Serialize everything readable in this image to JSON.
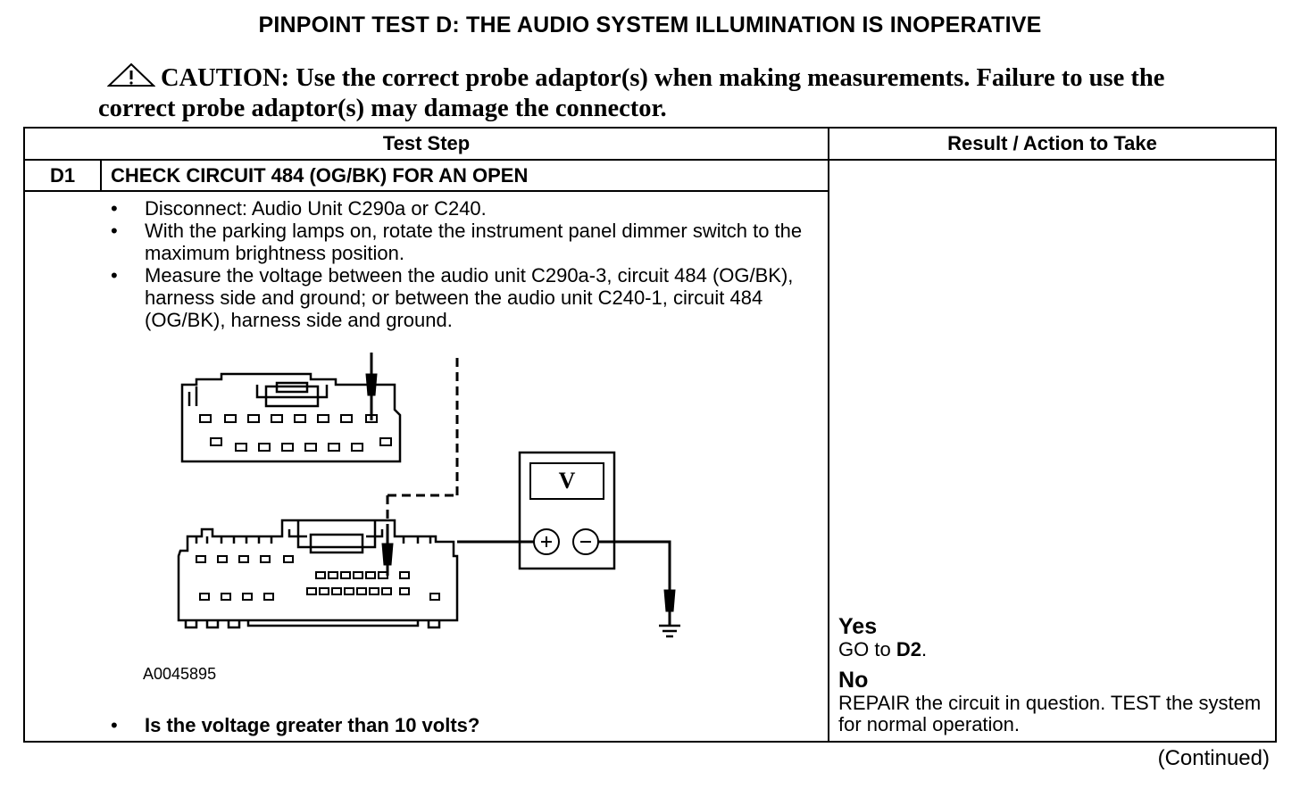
{
  "title": "PINPOINT TEST D: THE AUDIO SYSTEM ILLUMINATION IS INOPERATIVE",
  "caution": {
    "label": "CAUTION:",
    "text": "Use the correct probe adaptor(s) when making measurements. Failure to use the correct probe adaptor(s) may damage the connector."
  },
  "table": {
    "header_step": "Test Step",
    "header_result": "Result / Action to Take",
    "step_id": "D1",
    "step_title": "CHECK CIRCUIT 484 (OG/BK) FOR AN OPEN",
    "bullets": [
      "Disconnect: Audio Unit C290a or C240.",
      "With the parking lamps on, rotate the instrument panel dimmer switch to the maximum brightness position.",
      "Measure the voltage between the audio unit C290a-3, circuit 484 (OG/BK), harness side and ground; or between the audio unit C240-1, circuit 484 (OG/BK), harness side and ground."
    ],
    "figure_id": "A0045895",
    "meter_symbol": "V",
    "question": "Is the voltage greater than 10 volts?",
    "result": {
      "yes_label": "Yes",
      "yes_action_prefix": "GO to ",
      "yes_action_target": "D2",
      "yes_action_suffix": ".",
      "no_label": "No",
      "no_action": "REPAIR the circuit in question. TEST the system for normal operation."
    }
  },
  "footer": "(Continued)"
}
